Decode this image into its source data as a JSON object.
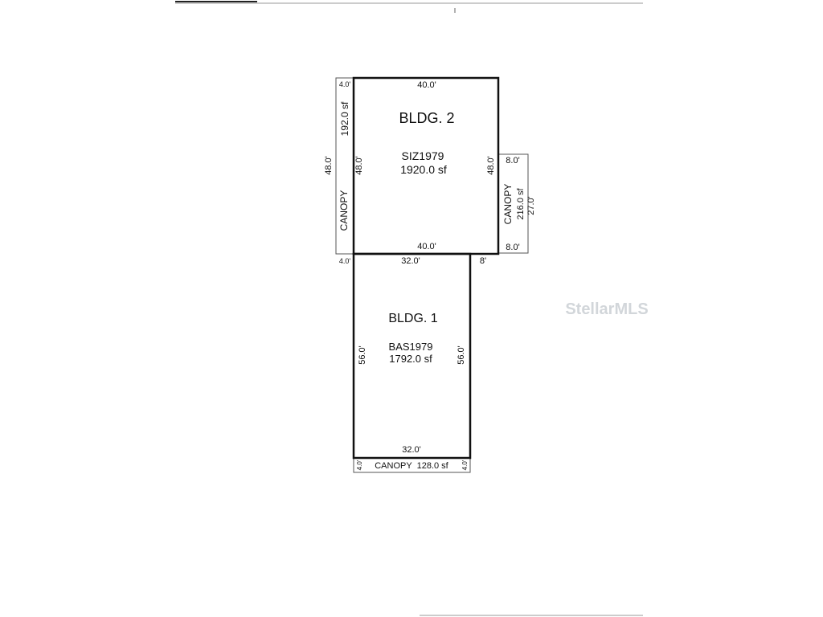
{
  "bldg2": {
    "title": "BLDG. 2",
    "code": "SIZ1979",
    "area": "1920.0 sf",
    "top_dim": "40.0'",
    "bottom_dim": "40.0'",
    "left_dim": "48.0'",
    "right_dim": "48.0'"
  },
  "canopy_left": {
    "label": "CANOPY",
    "area": "192.0 sf",
    "width_dim": "4.0'",
    "bottom_width_dim": "4.0'",
    "length_dim": "48.0'"
  },
  "canopy_right": {
    "label": "CANOPY",
    "area": "216.0 sf",
    "top_dim": "8.0'",
    "bottom_dim": "8.0'",
    "length_dim": "27.0'"
  },
  "bldg1": {
    "title": "BLDG. 1",
    "code": "BAS1979",
    "area": "1792.0 sf",
    "top_dim": "32.0'",
    "bottom_dim": "32.0'",
    "left_dim": "56.0'",
    "right_dim": "56.0'",
    "offset_dim": "8'"
  },
  "canopy_bottom": {
    "label": "CANOPY  128.0 sf",
    "left_dim": "4.0'",
    "right_dim": "4.0'"
  },
  "watermark": "StellarMLS"
}
